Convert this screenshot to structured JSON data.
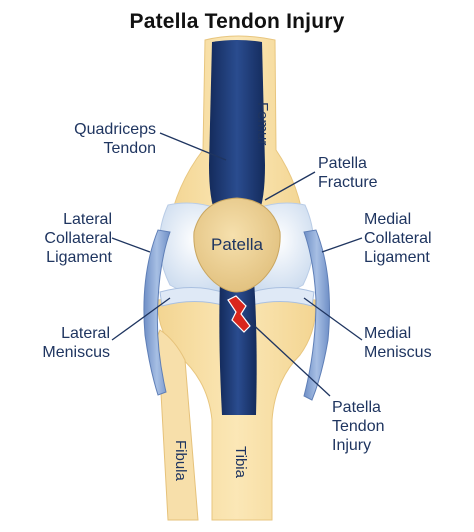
{
  "title": "Patella Tendon Injury",
  "colors": {
    "bone": "#f6dda3",
    "bone_highlight": "#fdf0cf",
    "tendon": "#18336b",
    "ligament": "#7d9ccf",
    "cartilage": "#cfdef0",
    "patella": "#e9cc8c",
    "fracture": "#d9261c",
    "leader_line": "#1f3560"
  },
  "labels": {
    "quadriceps_tendon": [
      "Quadriceps",
      "Tendon"
    ],
    "patella_fracture": [
      "Patella",
      "Fracture"
    ],
    "lateral_collateral_ligament": [
      "Lateral",
      "Collateral",
      "Ligament"
    ],
    "medial_collateral_ligament": [
      "Medial",
      "Collateral",
      "Ligament"
    ],
    "lateral_meniscus": [
      "Lateral",
      "Meniscus"
    ],
    "medial_meniscus": [
      "Medial",
      "Meniscus"
    ],
    "patella_tendon_injury": [
      "Patella",
      "Tendon",
      "Injury"
    ]
  },
  "bone_labels": {
    "femur": "Femur",
    "patella": "Patella",
    "fibula": "Fibula",
    "tibia": "Tibia"
  }
}
